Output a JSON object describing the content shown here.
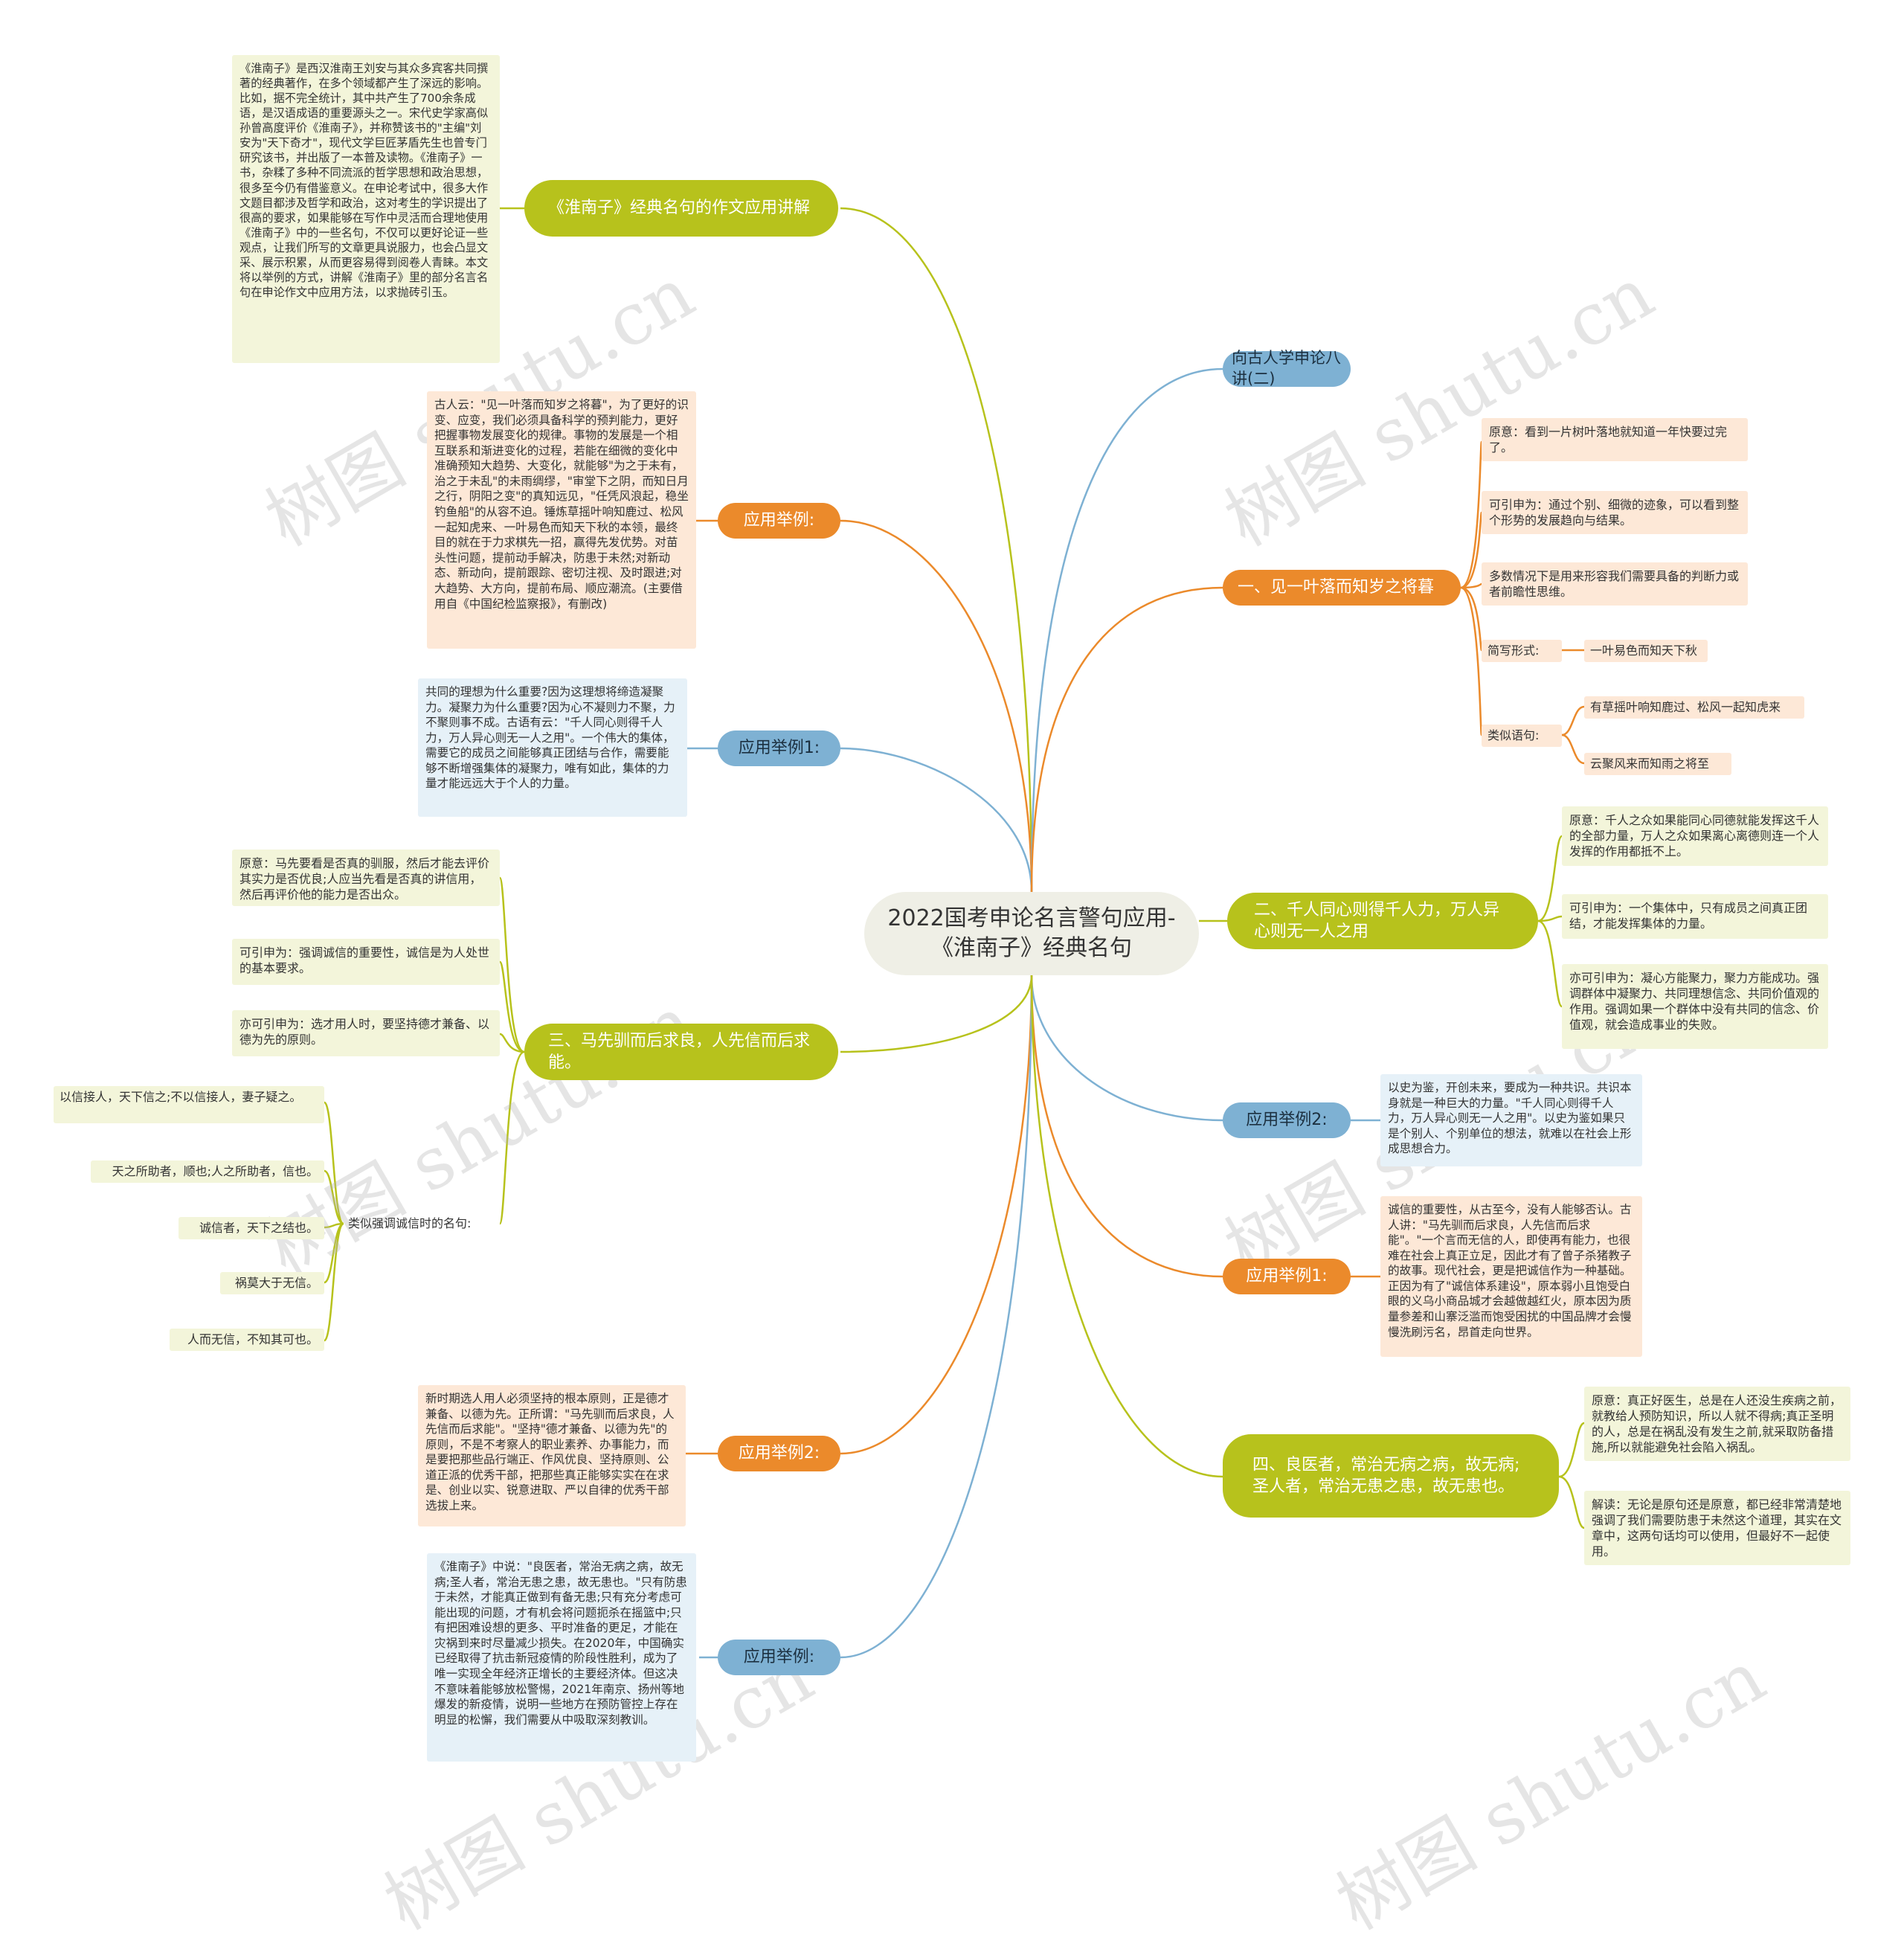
{
  "center": "2022国考申论名言警句应用-《淮南子》经典名句",
  "left": {
    "b1": {
      "title": "《淮南子》经典名句的作文应用讲解",
      "text": "《淮南子》是西汉淮南王刘安与其众多宾客共同撰著的经典著作，在多个领域都产生了深远的影响。比如，据不完全统计，其中共产生了700余条成语，是汉语成语的重要源头之一。宋代史学家高似孙曾高度评价《淮南子》，并称赞该书的\"主编\"刘安为\"天下奇才\"，现代文学巨匠茅盾先生也曾专门研究该书，并出版了一本普及读物。《淮南子》一书，杂糅了多种不同流派的哲学思想和政治思想，很多至今仍有借鉴意义。在申论考试中，很多大作文题目都涉及哲学和政治，这对考生的学识提出了很高的要求，如果能够在写作中灵活而合理地使用《淮南子》中的一些名句，不仅可以更好论证一些观点，让我们所写的文章更具说服力，也会凸显文采、展示积累，从而更容易得到阅卷人青睐。本文将以举例的方式，讲解《淮南子》里的部分名言名句在申论作文中应用方法，以求抛砖引玉。"
    },
    "b2": {
      "title": "应用举例:",
      "text": "古人云：\"见一叶落而知岁之将暮\"，为了更好的识变、应变，我们必须具备科学的预判能力，更好把握事物发展变化的规律。事物的发展是一个相互联系和渐进变化的过程，若能在细微的变化中准确预知大趋势、大变化，就能够\"为之于未有，治之于未乱\"的未雨绸缪，\"审堂下之阴，而知日月之行，阴阳之变\"的真知远见，\"任凭风浪起，稳坐钓鱼船\"的从容不迫。锤炼草摇叶响知鹿过、松风一起知虎来、一叶易色而知天下秋的本领，最终目的就在于力求棋先一招，赢得先发优势。对苗头性问题，提前动手解决，防患于未然;对新动态、新动向，提前跟踪、密切注视、及时跟进;对大趋势、大方向，提前布局、顺应潮流。(主要借用自《中国纪检监察报》，有删改)"
    },
    "b3": {
      "title": "应用举例1:",
      "text": "共同的理想为什么重要?因为这理想将缔造凝聚力。凝聚力为什么重要?因为心不凝则力不聚，力不聚则事不成。古语有云：\"千人同心则得千人力，万人异心则无一人之用\"。一个伟大的集体，需要它的成员之间能够真正团结与合作，需要能够不断增强集体的凝聚力，唯有如此，集体的力量才能远远大于个人的力量。"
    },
    "b4": {
      "title": "三、马先驯而后求良，人先信而后求能。",
      "items": [
        "原意：马先要看是否真的驯服，然后才能去评价其实力是否优良;人应当先看是否真的讲信用，然后再评价他的能力是否出众。",
        "可引申为：强调诚信的重要性，诚信是为人处世的基本要求。",
        "亦可引申为：选才用人时，要坚持德才兼备、以德为先的原则。"
      ],
      "similar_label": "类似强调诚信时的名句:",
      "similar": [
        "以信接人，天下信之;不以信接人，妻子疑之。",
        "天之所助者，顺也;人之所助者，信也。",
        "诚信者，天下之结也。",
        "祸莫大于无信。",
        "人而无信，不知其可也。"
      ]
    },
    "b5": {
      "title": "应用举例2:",
      "text": "新时期选人用人必须坚持的根本原则，正是德才兼备、以德为先。正所谓：\"马先驯而后求良，人先信而后求能\"。\"坚持\"德才兼备、以德为先\"的原则，不是不考察人的职业素养、办事能力，而是要把那些品行端正、作风优良、坚持原则、公道正派的优秀干部，把那些真正能够实实在在求是、创业以实、锐意进取、严以自律的优秀干部选拔上来。"
    },
    "b6": {
      "title": "应用举例:",
      "text": "《淮南子》中说：\"良医者，常治无病之病，故无病;圣人者，常治无患之患，故无患也。\"只有防患于未然，才能真正做到有备无患;只有充分考虑可能出现的问题，才有机会将问题扼杀在摇篮中;只有把困难设想的更多、平时准备的更足，才能在灾祸到来时尽量减少损失。在2020年，中国确实已经取得了抗击新冠疫情的阶段性胜利，成为了唯一实现全年经济正增长的主要经济体。但这决不意味着能够放松警惕，2021年南京、扬州等地爆发的新疫情，说明一些地方在预防管控上存在明显的松懈，我们需要从中吸取深刻教训。"
    }
  },
  "right": {
    "r1": {
      "title": "向古人学申论八讲(二)"
    },
    "r2": {
      "title": "一、见一叶落而知岁之将暮",
      "items": [
        "原意：看到一片树叶落地就知道一年快要过完了。",
        "可引申为：通过个别、细微的迹象，可以看到整个形势的发展趋向与结果。",
        "多数情况下是用来形容我们需要具备的判断力或者前瞻性思维。"
      ],
      "short_label": "简写形式:",
      "short": "一叶易色而知天下秋",
      "similar_label": "类似语句:",
      "similar": [
        "有草摇叶响知鹿过、松风一起知虎来",
        "云聚风来而知雨之将至"
      ]
    },
    "r3": {
      "title": "二、千人同心则得千人力，万人异心则无一人之用",
      "items": [
        "原意：千人之众如果能同心同德就能发挥这千人的全部力量，万人之众如果离心离德则连一个人发挥的作用都抵不上。",
        "可引申为：一个集体中，只有成员之间真正团结，才能发挥集体的力量。",
        "亦可引申为：凝心方能聚力，聚力方能成功。强调群体中凝聚力、共同理想信念、共同价值观的作用。强调如果一个群体中没有共同的信念、价值观，就会造成事业的失败。"
      ]
    },
    "r4": {
      "title": "应用举例2:",
      "text": "以史为鉴，开创未来，要成为一种共识。共识本身就是一种巨大的力量。\"千人同心则得千人力，万人异心则无一人之用\"。以史为鉴如果只是个别人、个别单位的想法，就难以在社会上形成思想合力。"
    },
    "r5": {
      "title": "应用举例1:",
      "text": "诚信的重要性，从古至今，没有人能够否认。古人讲：\"马先驯而后求良，人先信而后求能\"。\"一个言而无信的人，即使再有能力，也很难在社会上真正立足，因此才有了曾子杀猪教子的故事。现代社会，更是把诚信作为一种基础。正因为有了\"诚信体系建设\"，原本弱小且饱受白眼的义乌小商品城才会越做越红火，原本因为质量参差和山寨泛滥而饱受困扰的中国品牌才会慢慢洗刷污名，昂首走向世界。"
    },
    "r6": {
      "title": "四、良医者，常治无病之病，故无病;圣人者，常治无患之患，故无患也。",
      "items": [
        "原意：真正好医生，总是在人还没生疾病之前，就教给人预防知识，所以人就不得病;真正圣明的人，总是在祸乱没有发生之前,就采取防备措施,所以就能避免社会陷入祸乱。",
        "解读：无论是原句还是原意，都已经非常清楚地强调了我们需要防患于未然这个道理，其实在文章中，这两句话均可以使用，但最好不一起使用。"
      ]
    }
  },
  "watermark": "树图 shutu.cn",
  "colors": {
    "olive": "#b7c21c",
    "orange": "#eb8a2b",
    "blue": "#7eb1d3",
    "center": "#efefe6"
  }
}
